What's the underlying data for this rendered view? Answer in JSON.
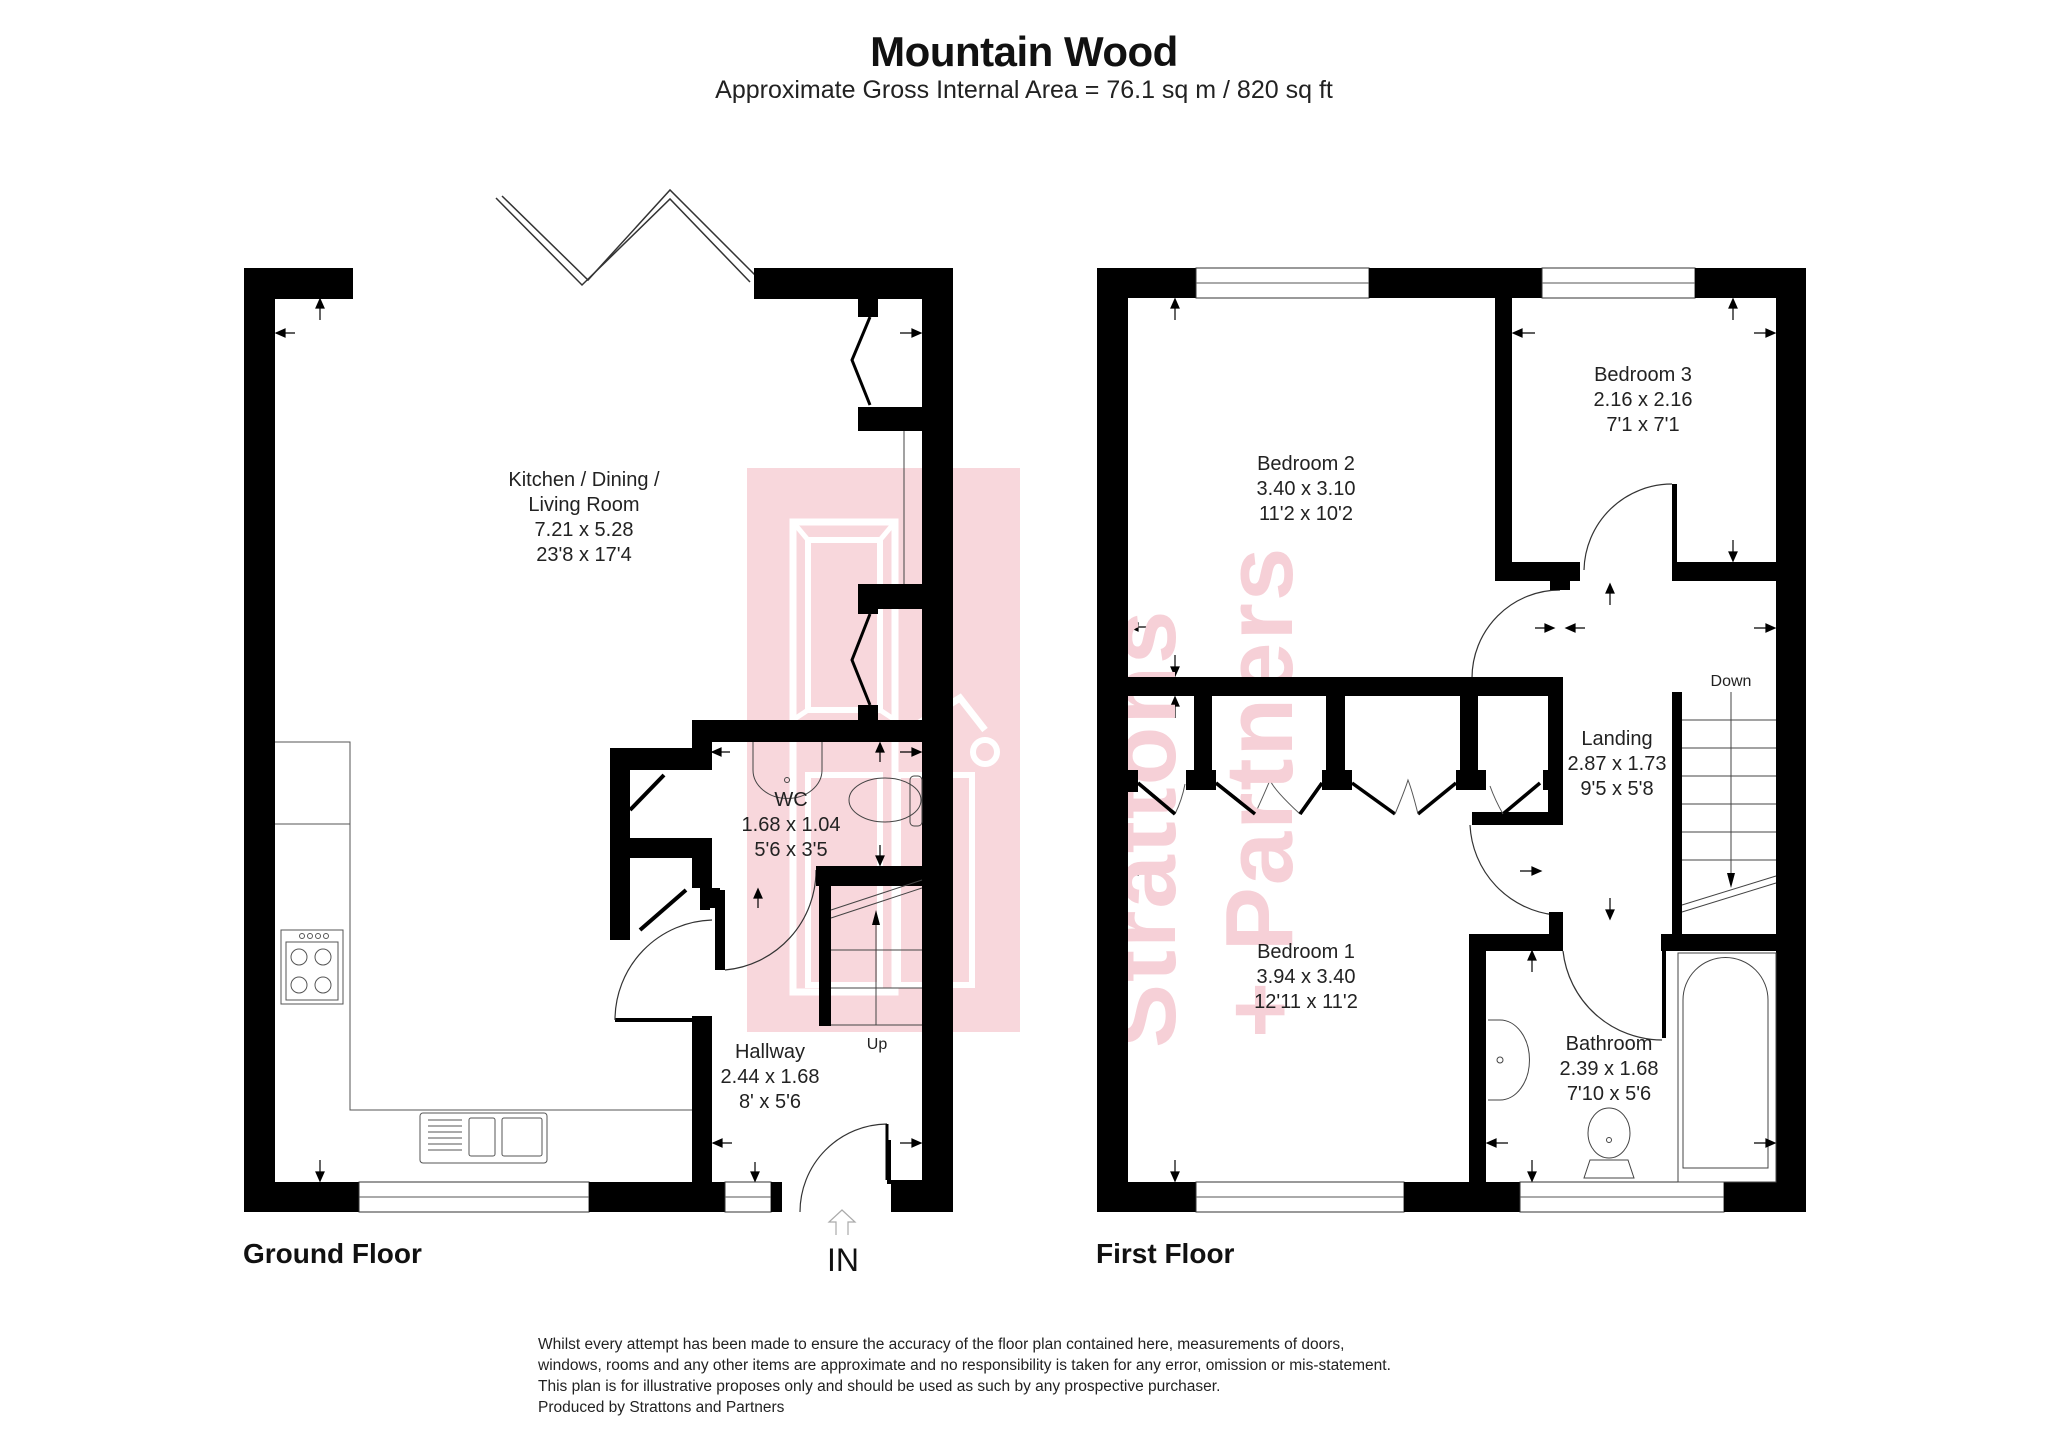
{
  "header": {
    "title": "Mountain Wood",
    "subtitle": "Approximate Gross Internal Area = 76.1 sq m / 820 sq ft"
  },
  "colors": {
    "wall": "#000000",
    "watermark": "#f8d7dc",
    "background": "#ffffff"
  },
  "floors": [
    {
      "label": "Ground Floor",
      "rooms": [
        {
          "name": "Kitchen / Dining /",
          "name2": "Living Room",
          "metric": "7.21 x 5.28",
          "imperial": "23'8 x 17'4"
        },
        {
          "name": "WC",
          "metric": "1.68 x 1.04",
          "imperial": "5'6 x 3'5"
        },
        {
          "name": "Hallway",
          "metric": "2.44 x 1.68",
          "imperial": "8' x 5'6"
        }
      ],
      "stairs_label": "Up",
      "entrance_label": "IN"
    },
    {
      "label": "First Floor",
      "rooms": [
        {
          "name": "Bedroom 2",
          "metric": "3.40 x 3.10",
          "imperial": "11'2 x 10'2"
        },
        {
          "name": "Bedroom 3",
          "metric": "2.16 x 2.16",
          "imperial": "7'1 x 7'1"
        },
        {
          "name": "Landing",
          "metric": "2.87 x 1.73",
          "imperial": "9'5 x 5'8"
        },
        {
          "name": "Bedroom 1",
          "metric": "3.94 x 3.40",
          "imperial": "12'11 x 11'2"
        },
        {
          "name": "Bathroom",
          "metric": "2.39 x 1.68",
          "imperial": "7'10 x 5'6"
        }
      ],
      "stairs_label": "Down"
    }
  ],
  "watermark": {
    "line1": "Strattons",
    "line2": "+ Partners"
  },
  "disclaimer": {
    "lines": [
      "Whilst every attempt has been made to ensure the accuracy of the floor plan contained here, measurements of doors,",
      "windows, rooms and any other items are approximate and no responsibility is taken for any error, omission or mis-statement.",
      "This plan is for illustrative proposes only and should be used as such by any prospective purchaser.",
      "Produced by Strattons and Partners"
    ]
  }
}
